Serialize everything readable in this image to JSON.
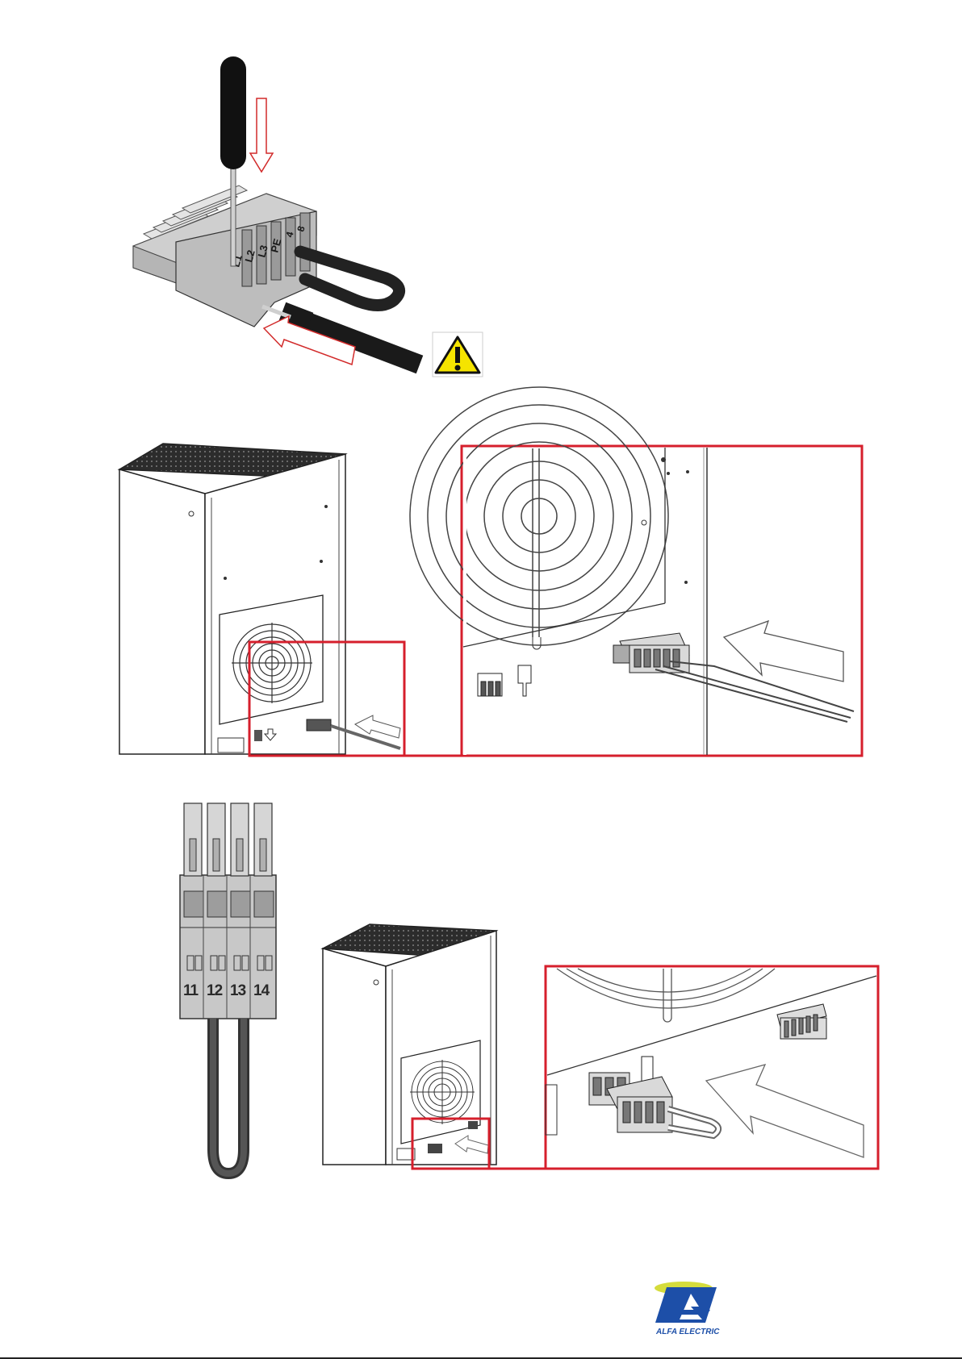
{
  "figure1": {
    "terminal_labels": [
      "L1",
      "L2",
      "L3",
      "PE",
      "4",
      "8"
    ],
    "warning_icon": "warning-triangle-icon"
  },
  "figure3": {
    "terminal_numbers": [
      "11",
      "12",
      "13",
      "14"
    ]
  },
  "logo": {
    "text": "ALFA ELECTRIC",
    "icon": "alfa-electric-logo-icon"
  },
  "colors": {
    "highlight_red": "#d61f2c",
    "arrow_red": "#d22a2a",
    "warning_yellow": "#f5e400",
    "logo_blue": "#1d4fa8",
    "logo_lime": "#d5dc3c"
  }
}
